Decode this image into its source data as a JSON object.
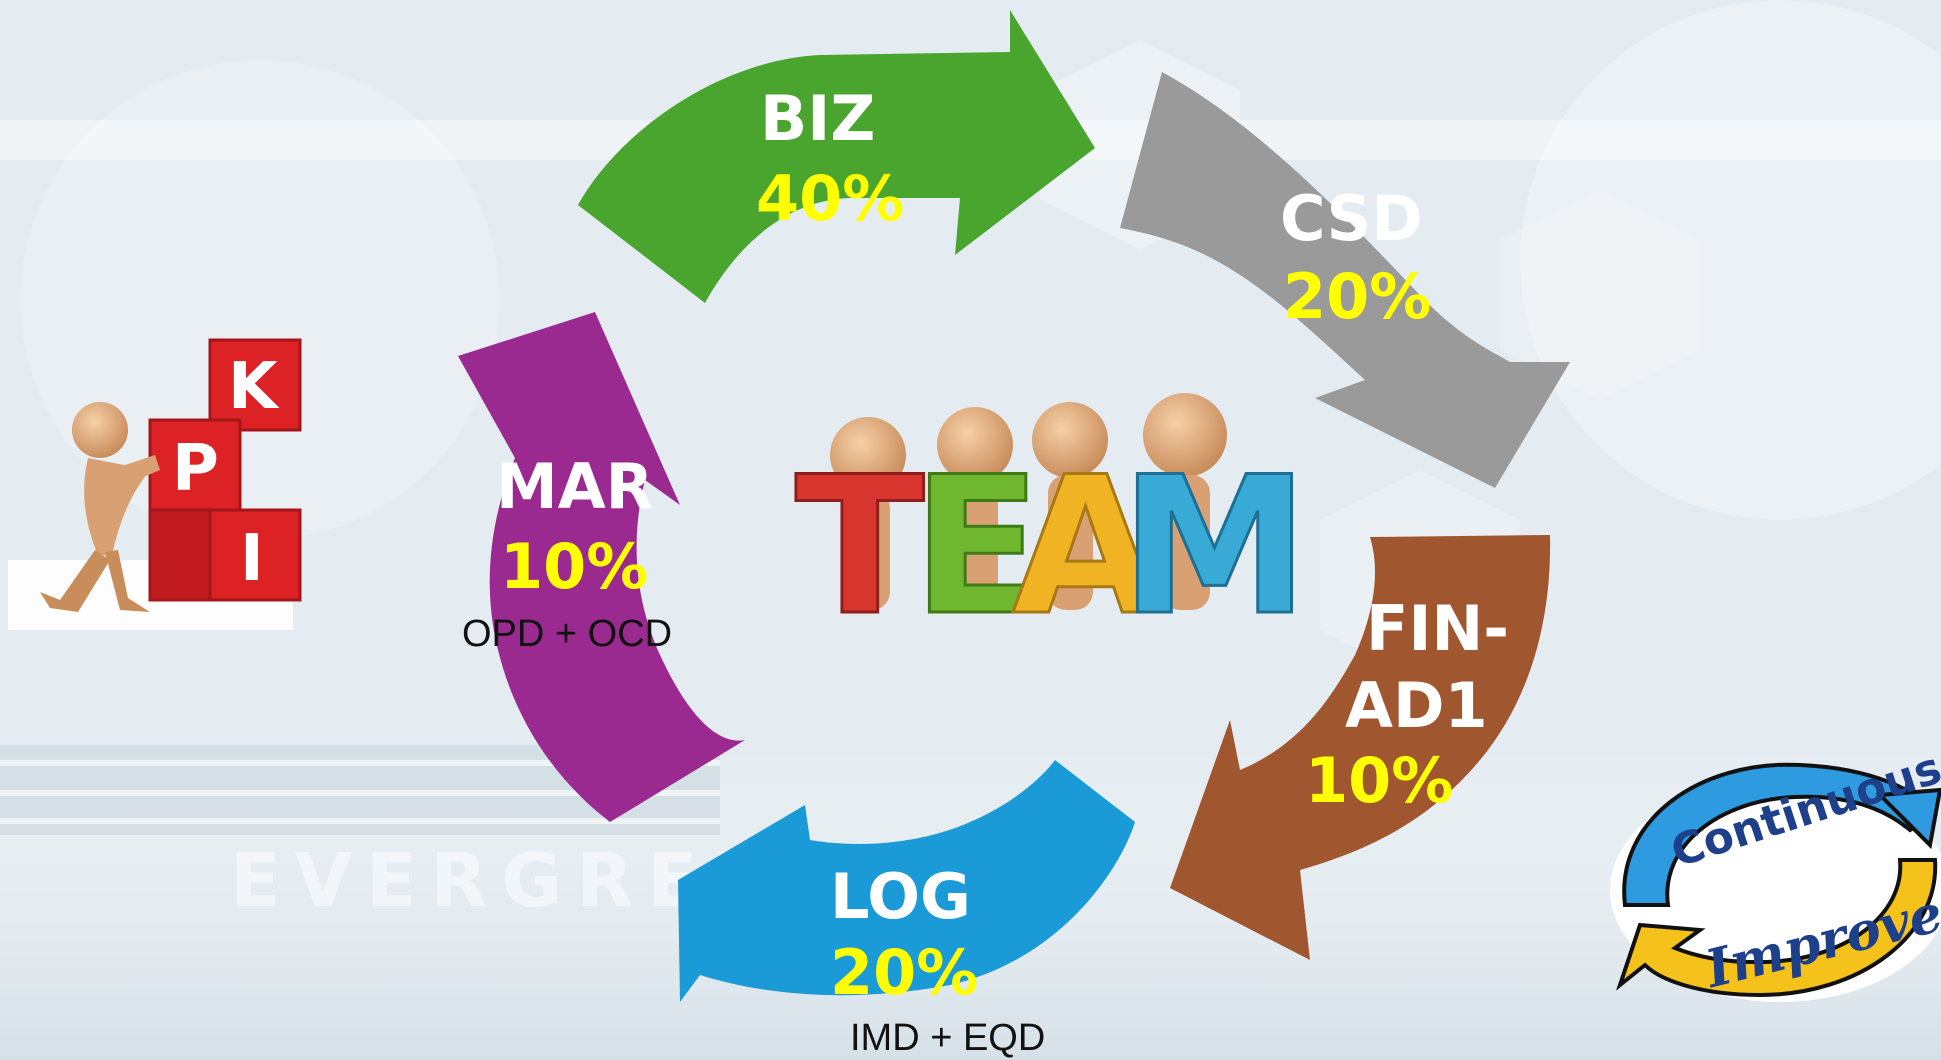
{
  "background": {
    "watermark_text": "EVERGREEN",
    "color": "#e3ebf0"
  },
  "cycle": {
    "segments": [
      {
        "id": "biz",
        "name": "BIZ",
        "percent": "40%",
        "color": "#4aa52f"
      },
      {
        "id": "csd",
        "name": "CSD",
        "percent": "20%",
        "color": "#9a9a9a"
      },
      {
        "id": "fin",
        "name_line1": "FIN-",
        "name_line2": "AD1",
        "percent": "10%",
        "color": "#a0562f"
      },
      {
        "id": "log",
        "name": "LOG",
        "percent": "20%",
        "sub": "IMD + EQD",
        "color": "#1a9ad6"
      },
      {
        "id": "mar",
        "name": "MAR",
        "percent": "10%",
        "sub": "OPD + OCD",
        "color": "#9b2a90"
      }
    ]
  },
  "kpi_clipart": {
    "letters": [
      "K",
      "P",
      "I"
    ],
    "block_color": "#dd2226"
  },
  "team_clipart": {
    "letters": [
      "T",
      "E",
      "A",
      "M"
    ],
    "letter_colors": [
      "#d8352f",
      "#6fb72e",
      "#f0b323",
      "#39a9d6"
    ]
  },
  "badge": {
    "top_text": "Continuous",
    "bottom_text": "Improvement",
    "ring_top_color": "#2e9be0",
    "ring_bottom_color": "#f4c21b"
  }
}
